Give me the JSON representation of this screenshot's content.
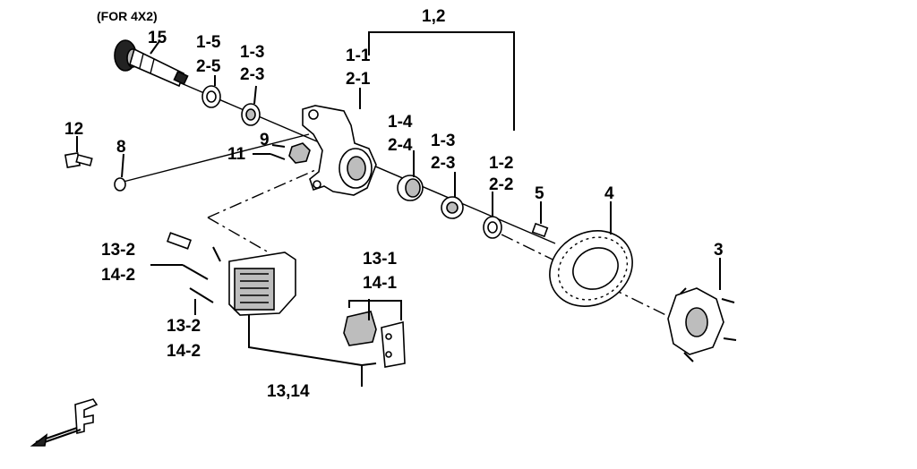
{
  "diagram": {
    "note": "(FOR 4X2)",
    "labels": {
      "l15": "15",
      "l1_5": "1-5",
      "l2_5": "2-5",
      "l1_3a": "1-3",
      "l2_3a": "2-3",
      "l1_2group": "1,2",
      "l1_1": "1-1",
      "l2_1": "2-1",
      "l12": "12",
      "l8": "8",
      "l9": "9",
      "l11": "11",
      "l1_4": "1-4",
      "l2_4": "2-4",
      "l1_3b": "1-3",
      "l2_3b": "2-3",
      "l1_2": "1-2",
      "l2_2": "2-2",
      "l5": "5",
      "l4": "4",
      "l3": "3",
      "l13_2a": "13-2",
      "l14_2a": "14-2",
      "l13_2b": "13-2",
      "l14_2b": "14-2",
      "l13_1": "13-1",
      "l14_1": "14-1",
      "l13_14": "13,14"
    },
    "orientation_mark": "F"
  }
}
